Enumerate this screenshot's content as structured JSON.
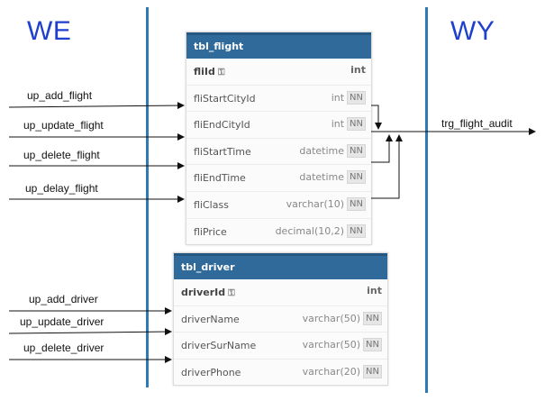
{
  "zones": {
    "left": "WE",
    "right": "WY"
  },
  "flight_table": {
    "title": "tbl_flight",
    "columns": [
      {
        "name": "fliId",
        "type": "int",
        "pk": true,
        "nn": false
      },
      {
        "name": "fliStartCityId",
        "type": "int",
        "pk": false,
        "nn": true
      },
      {
        "name": "fliEndCityId",
        "type": "int",
        "pk": false,
        "nn": true
      },
      {
        "name": "fliStartTime",
        "type": "datetime",
        "pk": false,
        "nn": true
      },
      {
        "name": "fliEndTime",
        "type": "datetime",
        "pk": false,
        "nn": true
      },
      {
        "name": "fliClass",
        "type": "varchar(10)",
        "pk": false,
        "nn": true
      },
      {
        "name": "fliPrice",
        "type": "decimal(10,2)",
        "pk": false,
        "nn": true
      }
    ]
  },
  "driver_table": {
    "title": "tbl_driver",
    "columns": [
      {
        "name": "driverId",
        "type": "int",
        "pk": true,
        "nn": false
      },
      {
        "name": "driverName",
        "type": "varchar(50)",
        "pk": false,
        "nn": true
      },
      {
        "name": "driverSurName",
        "type": "varchar(50)",
        "pk": false,
        "nn": true
      },
      {
        "name": "driverPhone",
        "type": "varchar(20)",
        "pk": false,
        "nn": true
      }
    ]
  },
  "flight_procedures": [
    "up_add_flight",
    "up_update_flight",
    "up_delete_flight",
    "up_delay_flight"
  ],
  "driver_procedures": [
    "up_add_driver",
    "up_update_driver",
    "up_delete_driver"
  ],
  "trigger": "trg_flight_audit",
  "nn_label": "NN",
  "colors": {
    "zone_text": "#1f3fcf",
    "divider": "#2f79b5",
    "table_header": "#2f6a9a"
  }
}
